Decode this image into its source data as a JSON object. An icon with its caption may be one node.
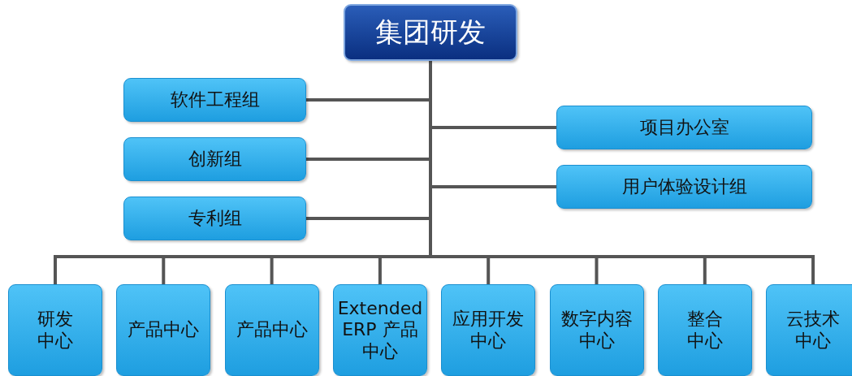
{
  "diagram": {
    "nodes": [
      {
        "text": [
          "集团研发"
        ]
      },
      {
        "text": [
          "软件工程组"
        ]
      },
      {
        "text": [
          "创新组"
        ]
      },
      {
        "text": [
          "专利组"
        ]
      },
      {
        "text": [
          "项目办公室"
        ]
      },
      {
        "text": [
          "用户体验设计组"
        ]
      },
      {
        "text": [
          "研发中心"
        ]
      },
      {
        "text": [
          "产品中心"
        ]
      },
      {
        "text": [
          "产品中心"
        ]
      },
      {
        "text": [
          "Extended ERP 产品中心"
        ]
      },
      {
        "text": [
          "应用开发中心"
        ]
      },
      {
        "text": [
          "数字内容中心"
        ]
      },
      {
        "text": [
          "整合中心"
        ]
      },
      {
        "text": [
          "云技术中心"
        ]
      }
    ],
    "edges": [
      {
        "from": 0,
        "to": 1,
        "arrow": "none"
      },
      {
        "from": 0,
        "to": 2,
        "arrow": "none"
      },
      {
        "from": 0,
        "to": 3,
        "arrow": "none"
      },
      {
        "from": 0,
        "to": 4,
        "arrow": "none"
      },
      {
        "from": 0,
        "to": 5,
        "arrow": "none"
      },
      {
        "from": 0,
        "to": 6,
        "arrow": "none"
      },
      {
        "from": 0,
        "to": 7,
        "arrow": "none"
      },
      {
        "from": 0,
        "to": 8,
        "arrow": "none"
      },
      {
        "from": 0,
        "to": 9,
        "arrow": "none"
      },
      {
        "from": 0,
        "to": 10,
        "arrow": "none"
      },
      {
        "from": 0,
        "to": 11,
        "arrow": "none"
      },
      {
        "from": 0,
        "to": 12,
        "arrow": "none"
      },
      {
        "from": 0,
        "to": 13,
        "arrow": "none"
      }
    ]
  }
}
